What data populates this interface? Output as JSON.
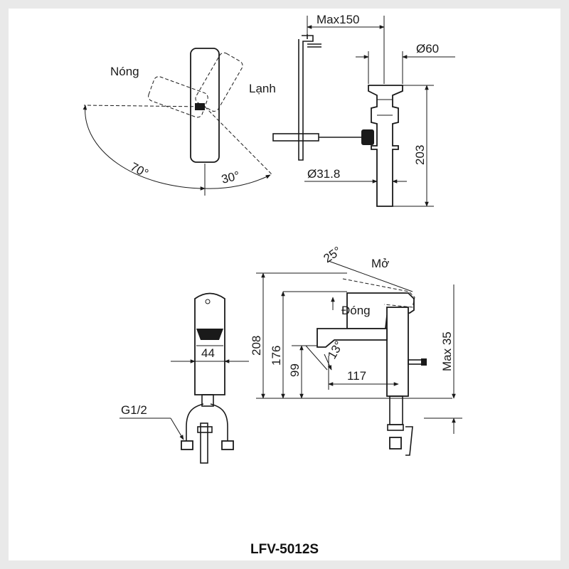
{
  "colors": {
    "background": "#ffffff",
    "frame": "#e9e9e9",
    "line": "#1a1a1a"
  },
  "top_view": {
    "hot_label": "Nóng",
    "cold_label": "Lạnh",
    "angle_hot": "70°",
    "angle_cold": "30°"
  },
  "waste_view": {
    "max_reach": "Max150",
    "top_diameter": "Ø60",
    "height": "203",
    "pipe_diameter": "Ø31.8"
  },
  "front_view": {
    "width": "44",
    "connection": "G1/2"
  },
  "side_view": {
    "tilt_angle": "25°",
    "open_label": "Mở",
    "closed_label": "Đóng",
    "height_total": "208",
    "height_spout_top": "176",
    "height_outlet": "99",
    "outlet_angle": "13°",
    "reach": "117",
    "max_deck": "Max 35"
  },
  "model": "LFV-5012S"
}
